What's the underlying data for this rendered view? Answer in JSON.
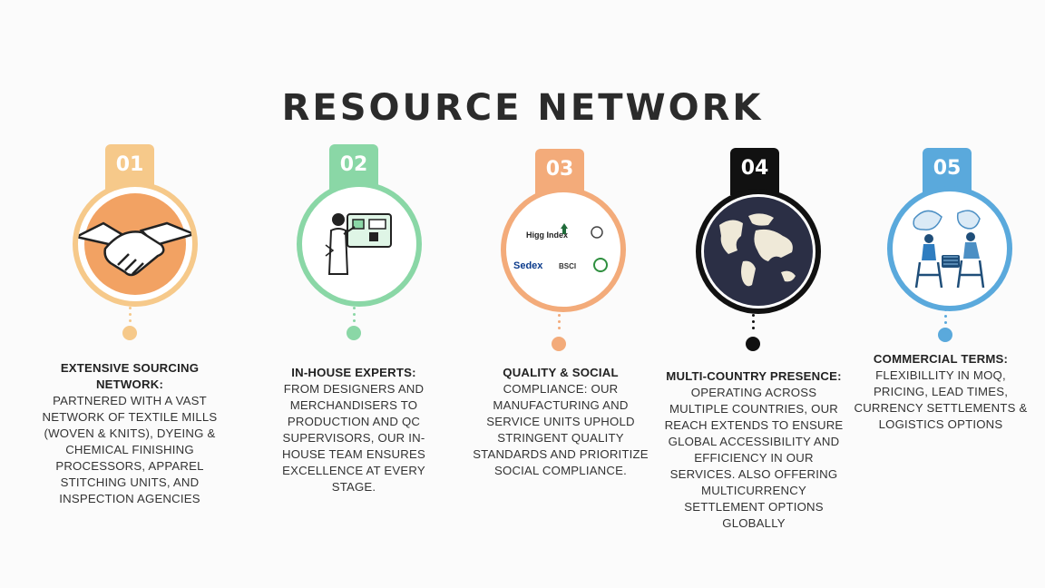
{
  "title": "RESOURCE NETWORK",
  "colors": {
    "step1": "#f6c98a",
    "step2": "#8ad7a6",
    "step3": "#f3ab7a",
    "step4": "#111111",
    "step5": "#5aa9dc",
    "text": "#333333"
  },
  "steps": [
    {
      "number": "01",
      "heading": "EXTENSIVE SOURCING NETWORK:",
      "body": "PARTNERED WITH A VAST NETWORK OF TEXTILE MILLS (WOVEN & KNITS), DYEING & CHEMICAL FINISHING PROCESSORS, APPAREL STITCHING UNITS, AND INSPECTION AGENCIES",
      "icon": "handshake-icon"
    },
    {
      "number": "02",
      "heading": "IN-HOUSE EXPERTS:",
      "body": "FROM DESIGNERS AND MERCHANDISERS TO PRODUCTION AND QC SUPERVISORS, OUR IN-HOUSE TEAM ENSURES EXCELLENCE AT EVERY STAGE.",
      "icon": "expert-board-icon"
    },
    {
      "number": "03",
      "heading": "QUALITY & SOCIAL",
      "body": "COMPLIANCE: OUR MANUFACTURING AND SERVICE UNITS UPHOLD STRINGENT QUALITY STANDARDS AND PRIORITIZE SOCIAL COMPLIANCE.",
      "icon": "certification-logos-icon",
      "logos": [
        "Higg Index",
        "Sedex",
        "BSCI"
      ]
    },
    {
      "number": "04",
      "heading": "MULTI-COUNTRY PRESENCE:",
      "body": "OPERATING ACROSS MULTIPLE COUNTRIES, OUR REACH EXTENDS TO ENSURE GLOBAL ACCESSIBILITY AND EFFICIENCY IN OUR SERVICES. ALSO OFFERING MULTICURRENCY SETTLEMENT OPTIONS GLOBALLY",
      "icon": "globe-icon"
    },
    {
      "number": "05",
      "heading": "COMMERCIAL TERMS:",
      "body": "FLEXIBILLITY IN MOQ, PRICING, LEAD TIMES, CURRENCY SETTLEMENTS & LOGISTICS OPTIONS",
      "icon": "commerce-team-icon"
    }
  ]
}
